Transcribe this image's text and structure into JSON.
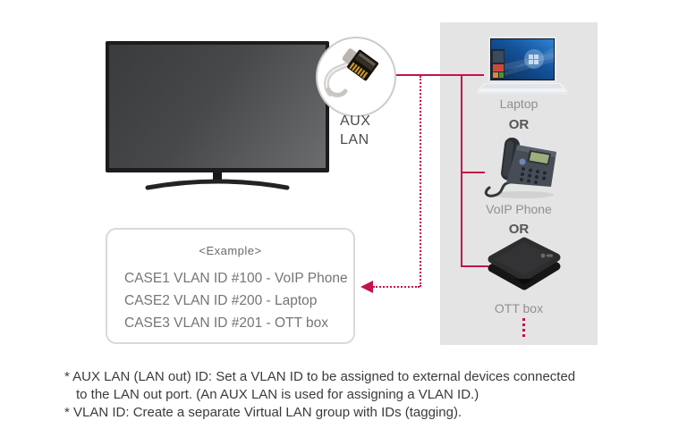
{
  "colors": {
    "accent_red": "#c5124a",
    "panel_bg": "#e4e4e4",
    "example_border": "#d9d9d9",
    "label_gray": "#8f8f8f",
    "footnote_text": "#3b3b3b"
  },
  "aux_lan": {
    "line1": "AUX",
    "line2": "LAN"
  },
  "panel": {
    "or_label": "OR",
    "devices": [
      {
        "label": "Laptop"
      },
      {
        "label": "VoIP Phone"
      },
      {
        "label": "OTT box"
      }
    ]
  },
  "example_box": {
    "title": "<Example>",
    "cases": [
      "CASE1 VLAN ID #100 - VoIP Phone",
      "CASE2 VLAN ID #200 - Laptop",
      "CASE3 VLAN ID #201 - OTT box"
    ]
  },
  "footnotes": {
    "line1": "* AUX LAN (LAN out) ID: Set a VLAN ID to be assigned to external devices connected",
    "line2": "to the LAN out port. (An AUX LAN is used for assigning a VLAN ID.)",
    "line3": "* VLAN ID: Create a separate Virtual LAN group with IDs (tagging)."
  }
}
